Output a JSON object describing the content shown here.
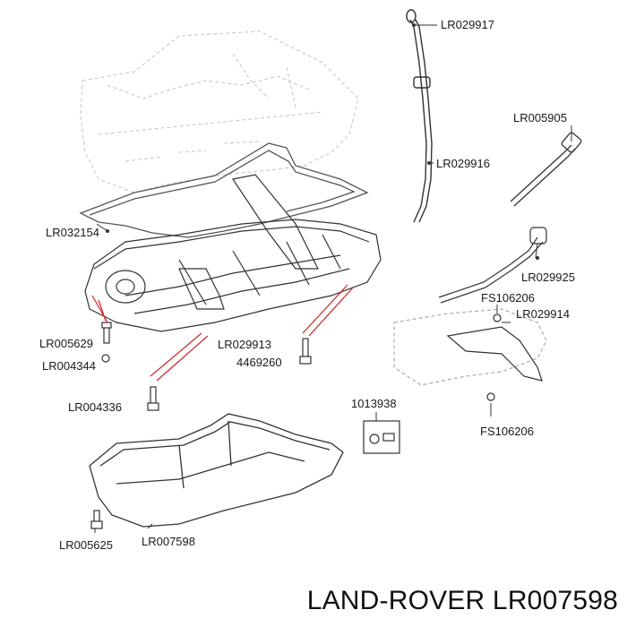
{
  "parts": {
    "lr029917": "LR029917",
    "lr029916": "LR029916",
    "lr005905": "LR005905",
    "lr032154": "LR032154",
    "lr029925": "LR029925",
    "fs106206_top": "FS106206",
    "lr029914": "LR029914",
    "lr005629": "LR005629",
    "lr029913": "LR029913",
    "lr004344": "LR004344",
    "n4469260": "4469260",
    "lr004336": "LR004336",
    "n1013938": "1013938",
    "fs106206_bottom": "FS106206",
    "lr005625": "LR005625",
    "lr007598": "LR007598"
  },
  "brand_line": "LAND-ROVER LR007598",
  "colors": {
    "ink": "#1a1a1a",
    "sketch": "#bdbdbd",
    "leader_red": "#d22222"
  }
}
